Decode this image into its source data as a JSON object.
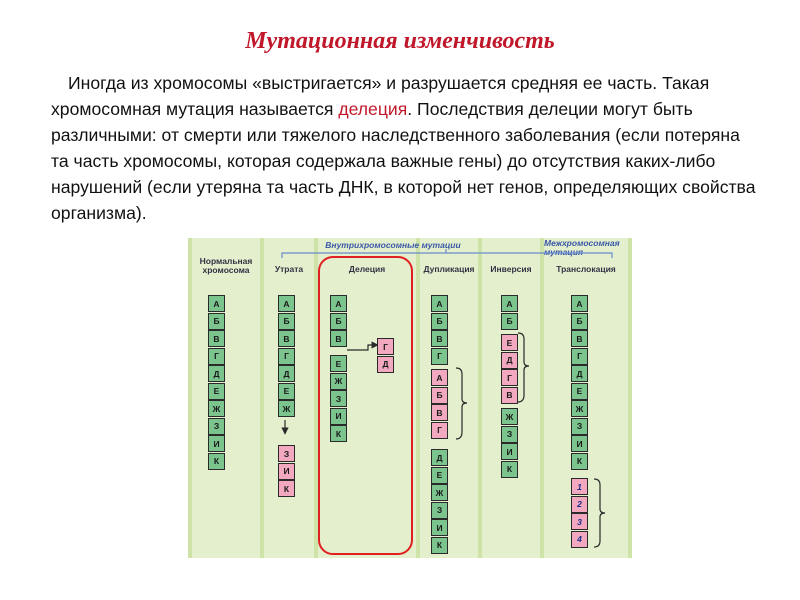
{
  "title": "Мутационная изменчивость",
  "paragraph": {
    "before": "Иногда из хромосомы «выстригается» и разрушается средняя ее часть. Такая хромосомная мутация называется ",
    "highlight": "делеция",
    "after": ". Последствия делеции могут быть различными: от смерти или тяжелого наследственного заболевания (если потеряна та часть хромосомы, которая содержала важные гены) до отсутствия каких-либо нарушений (если утеряна та часть ДНК, в которой нет генов, определяющих свойства организма)."
  },
  "diagram": {
    "group_intra": "Внутрихромосомные мутации",
    "group_inter": "Межхромосомная мутация",
    "columns": [
      {
        "header": "Нормальная хромосома",
        "pieces": [
          {
            "color": "green",
            "cells": [
              "А",
              "Б",
              "В",
              "Г",
              "Д",
              "Е",
              "Ж",
              "З",
              "И",
              "К"
            ]
          }
        ]
      },
      {
        "header": "Утрата",
        "pieces": [
          {
            "color": "green",
            "cells": [
              "А",
              "Б",
              "В",
              "Г",
              "Д",
              "Е",
              "Ж"
            ]
          },
          {
            "color": "pink",
            "cells": [
              "З",
              "И",
              "К"
            ]
          }
        ]
      },
      {
        "header": "Делеция",
        "pieces": [
          {
            "color": "green",
            "cells": [
              "А",
              "Б",
              "В"
            ]
          },
          {
            "color": "green",
            "cells": [
              "Е",
              "Ж",
              "З",
              "И",
              "К"
            ]
          },
          {
            "color": "pink",
            "cells": [
              "Г",
              "Д"
            ]
          }
        ]
      },
      {
        "header": "Дупликация",
        "pieces": [
          {
            "color": "green",
            "cells": [
              "А",
              "Б",
              "В",
              "Г"
            ]
          },
          {
            "color": "pink",
            "cells": [
              "А",
              "Б",
              "В",
              "Г"
            ]
          },
          {
            "color": "green",
            "cells": [
              "Д",
              "Е",
              "Ж",
              "З",
              "И",
              "К"
            ]
          }
        ]
      },
      {
        "header": "Инверсия",
        "pieces": [
          {
            "color": "green",
            "cells": [
              "А",
              "Б"
            ]
          },
          {
            "color": "pink",
            "cells": [
              "Е",
              "Д",
              "Г",
              "В"
            ]
          },
          {
            "color": "green",
            "cells": [
              "Ж",
              "З",
              "И",
              "К"
            ]
          }
        ]
      },
      {
        "header": "Транслокация",
        "pieces": [
          {
            "color": "green",
            "cells": [
              "А",
              "Б",
              "В",
              "Г",
              "Д",
              "Е",
              "Ж",
              "З",
              "И",
              "К"
            ]
          },
          {
            "color": "pink",
            "cells": [
              "1",
              "2",
              "3",
              "4"
            ]
          }
        ]
      }
    ],
    "colors": {
      "green": "#7cc48e",
      "pink": "#f2a9c0",
      "highlight_border": "#e02020",
      "accent_text": "#c0182a"
    }
  }
}
